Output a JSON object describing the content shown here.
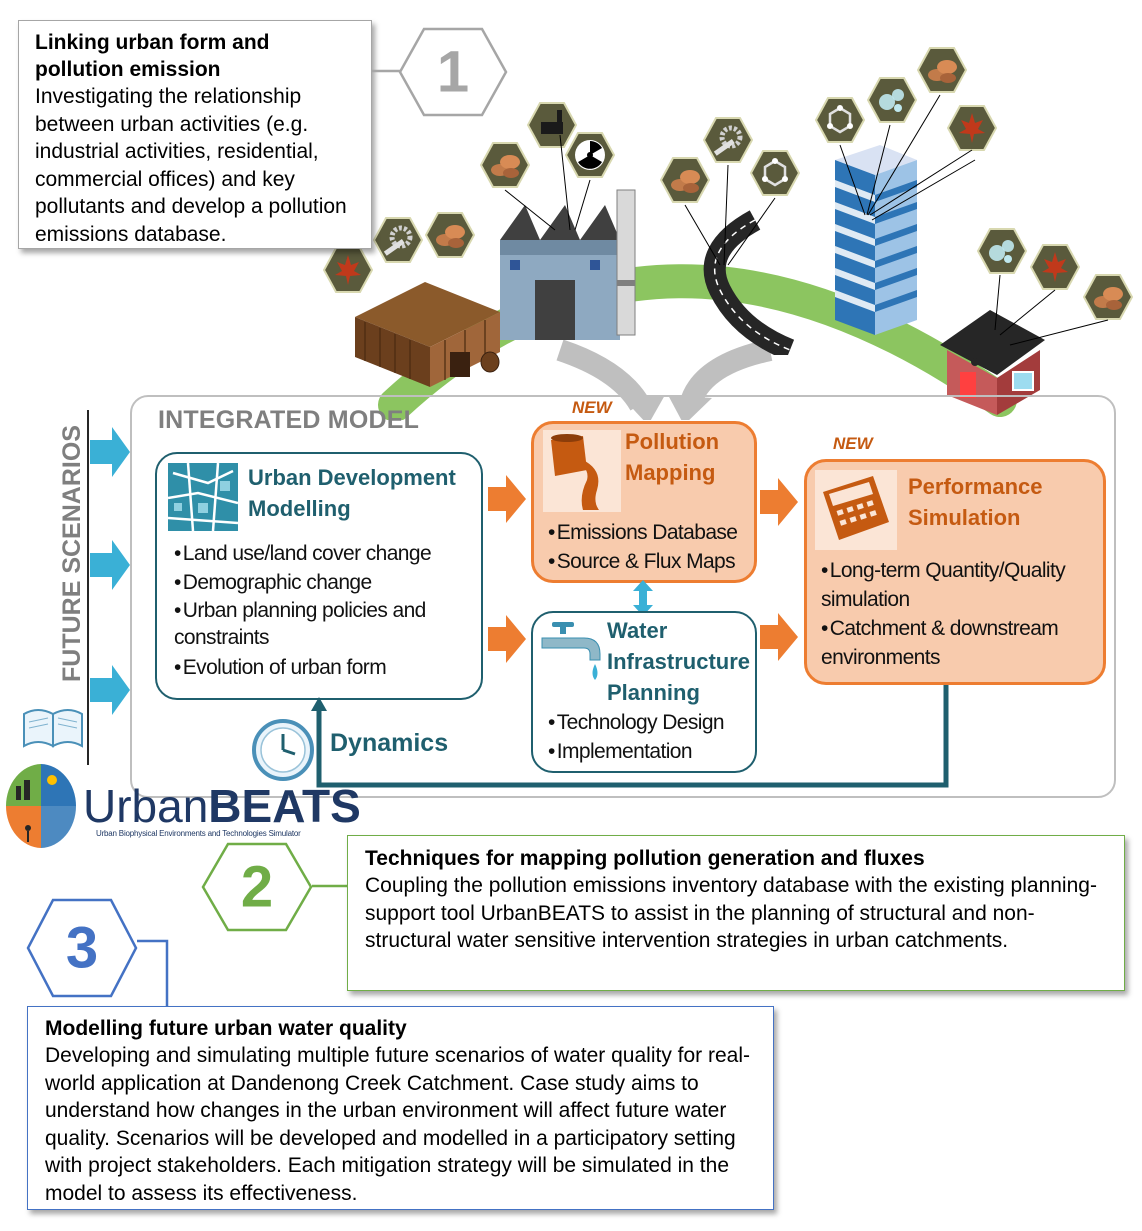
{
  "callout1": {
    "number": "1",
    "title": "Linking urban form and pollution emission",
    "body": "Investigating the relationship between urban activities (e.g. industrial activities, residential, commercial offices) and key pollutants and develop a pollution emissions database."
  },
  "callout2": {
    "number": "2",
    "title": "Techniques for mapping pollution generation and fluxes",
    "body": "Coupling the pollution emissions inventory database with the existing planning-support tool UrbanBEATS to assist in the planning of structural and non-structural water sensitive intervention strategies in urban catchments."
  },
  "callout3": {
    "number": "3",
    "title": "Modelling future urban water quality",
    "body": "Developing and simulating multiple future scenarios of water quality for real-world application at Dandenong Creek Catchment. Case study aims to understand how changes in the urban environment will affect future water quality. Scenarios will be developed and modelled in a participatory setting with project stakeholders. Each mitigation strategy will be simulated in the model to assess its effectiveness."
  },
  "model": {
    "title": "INTEGRATED MODEL",
    "future_scenarios": "FUTURE SCENARIOS",
    "dynamics": "Dynamics",
    "urban_dev": {
      "title_line1": "Urban Development",
      "title_line2": "Modelling",
      "bullets": [
        "Land use/land cover change",
        "Demographic change",
        "Urban planning policies and constraints",
        "Evolution of urban form"
      ]
    },
    "pollution": {
      "new": "NEW",
      "title_line1": "Pollution",
      "title_line2": "Mapping",
      "bullets": [
        "Emissions Database",
        "Source & Flux Maps"
      ]
    },
    "water": {
      "title_line1": "Water",
      "title_line2": "Infrastructure",
      "title_line3": "Planning",
      "bullets": [
        "Technology Design",
        "Implementation"
      ]
    },
    "performance": {
      "new": "NEW",
      "title_line1": "Performance",
      "title_line2": "Simulation",
      "bullets": [
        "Long-term Quantity/Quality simulation",
        "Catchment & downstream environments"
      ]
    }
  },
  "logo": {
    "name_part1": "Urban",
    "name_part2": "BEATS",
    "tagline": "Urban Biophysical Environments and Technologies Simulator"
  },
  "colors": {
    "teal": "#1f5f6e",
    "orange": "#ed7d31",
    "orange_fill": "#f8cbad",
    "green": "#70ad47",
    "blue": "#4472c4",
    "gray_hex": "#a6a6a6"
  },
  "icons": [
    "leaf-icon",
    "gear-wrench-icon",
    "rocks-icon",
    "factory-hand-icon",
    "radiation-icon",
    "molecule-icon",
    "bubbles-icon",
    "warehouse-icon",
    "factory-icon",
    "road-icon",
    "office-tower-icon",
    "house-icon",
    "city-map-icon",
    "paint-bucket-icon",
    "calculator-icon",
    "water-tap-icon",
    "clock-icon",
    "book-icon"
  ]
}
